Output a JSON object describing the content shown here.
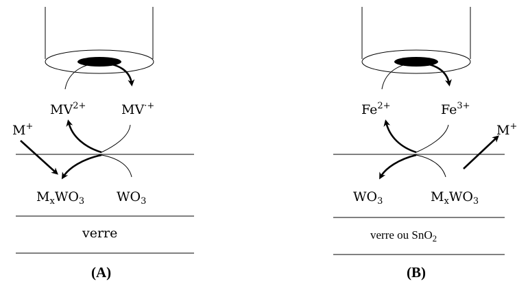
{
  "panel_a": {
    "caption": "(A)",
    "species_left_top": "MV",
    "species_left_top_sup": "2+",
    "species_right_top": "MV",
    "species_right_top_sup": "·+",
    "ion": "M",
    "ion_sup": "+",
    "product_left_main": "M",
    "product_left_x": "x",
    "product_left_rest": "WO",
    "product_left_sub": "3",
    "product_right": "WO",
    "product_right_sub": "3",
    "substrate": "verre"
  },
  "panel_b": {
    "caption": "(B)",
    "species_left_top": "Fe",
    "species_left_top_sup": "2+",
    "species_right_top": "Fe",
    "species_right_top_sup": "3+",
    "ion": "M",
    "ion_sup": "+",
    "product_left": "WO",
    "product_left_sub": "3",
    "product_right_main": "M",
    "product_right_x": "x",
    "product_right_rest": "WO",
    "product_right_sub": "3",
    "substrate_main": "verre ou SnO",
    "substrate_sub": "2"
  }
}
